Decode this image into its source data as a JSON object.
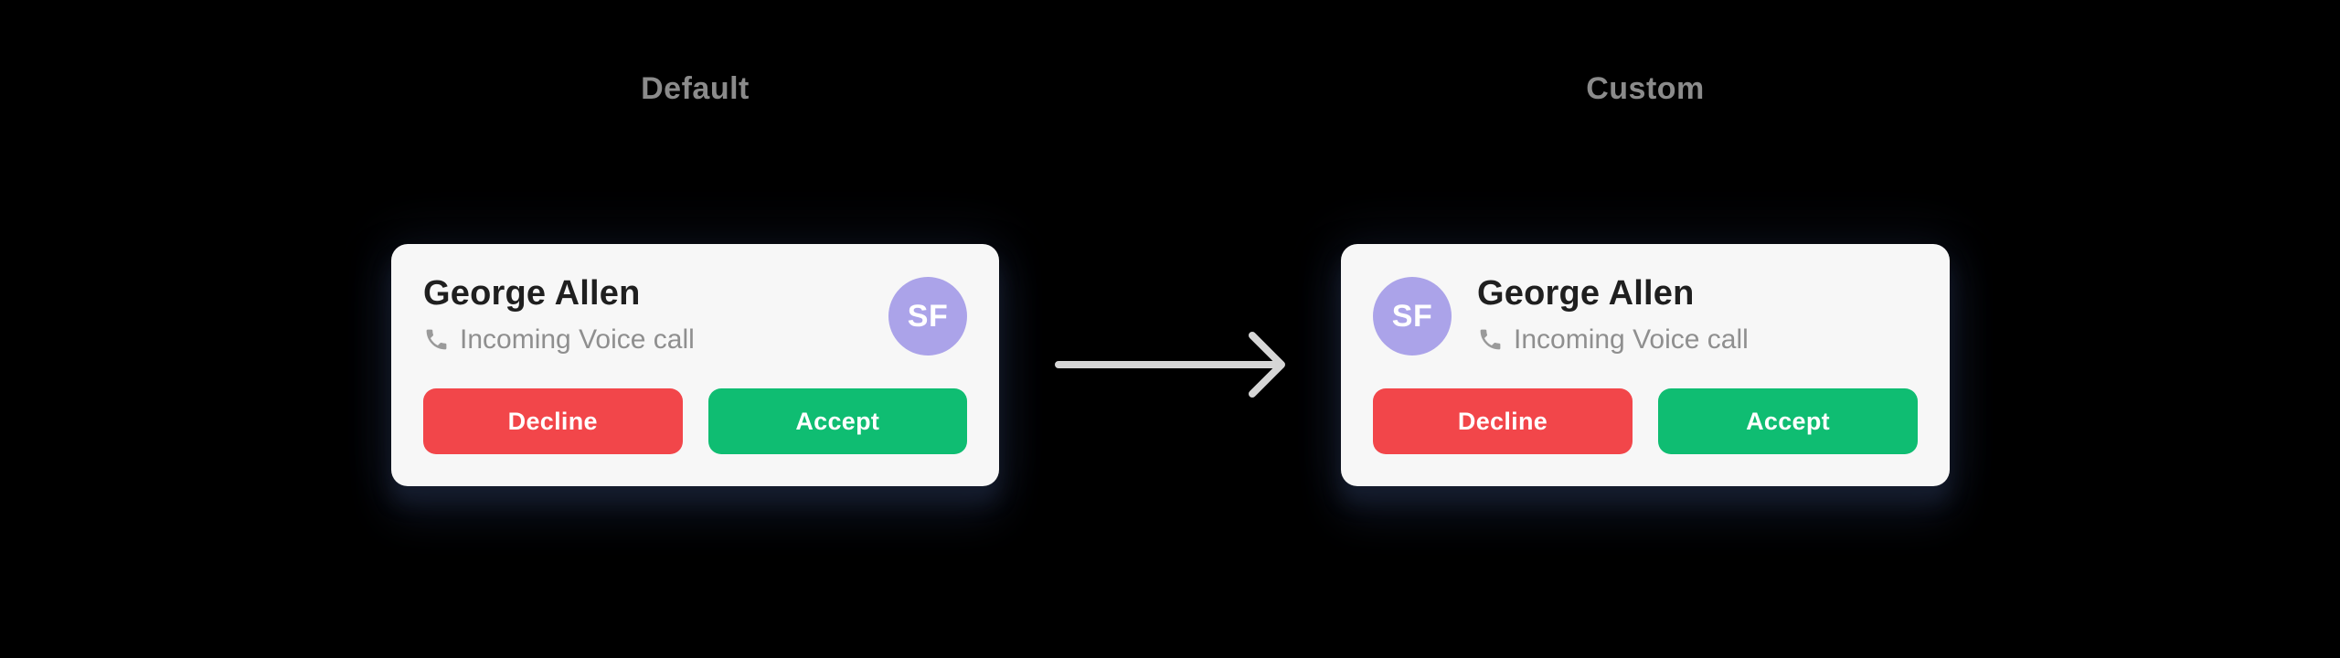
{
  "labels": {
    "default_label": "Default",
    "custom_label": "Custom"
  },
  "cards": {
    "default": {
      "variant": "Default",
      "avatar_position": "right",
      "avatar_initials": "SF",
      "caller_name": "George Allen",
      "call_type": "Incoming Voice call",
      "decline_label": "Decline",
      "accept_label": "Accept"
    },
    "custom": {
      "variant": "Custom",
      "avatar_position": "left",
      "avatar_initials": "SF",
      "caller_name": "George Allen",
      "call_type": "Incoming Voice call",
      "decline_label": "Decline",
      "accept_label": "Accept"
    }
  },
  "icons": {
    "phone_icon": "phone-handset-icon",
    "arrow_icon": "arrow-right-icon"
  },
  "colors": {
    "page_background": "#000000",
    "card_background": "#f7f7f7",
    "decline_button": "#f2464a",
    "accept_button": "#0fbd72",
    "avatar_background": "#aba3e9",
    "title_text": "#1f1f1f",
    "subtitle_text": "#8f8f8f",
    "section_label_text": "#8b8b8b",
    "arrow": "#d6d6d6",
    "card_shadow": "#161e30"
  }
}
